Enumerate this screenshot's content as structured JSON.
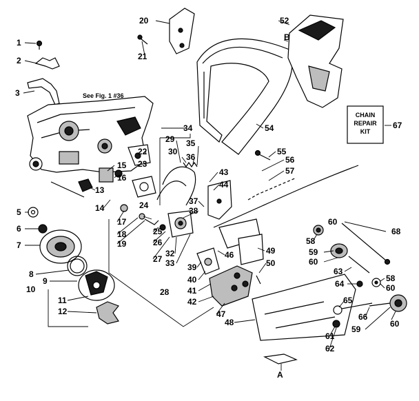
{
  "diagram": {
    "reference_note": "See Fig. 1 #36",
    "kit_box": {
      "lines": [
        "CHAIN",
        "REPAIR",
        "KIT"
      ],
      "number": "67"
    },
    "detail_letters": [
      "A",
      "B"
    ],
    "callouts": {
      "c1": "1",
      "c2": "2",
      "c3": "3",
      "c5": "5",
      "c6": "6",
      "c7": "7",
      "c8": "8",
      "c9": "9",
      "c10": "10",
      "c11": "11",
      "c12": "12",
      "c13": "13",
      "c14": "14",
      "c15": "15",
      "c16": "16",
      "c17": "17",
      "c18": "18",
      "c19": "19",
      "c20": "20",
      "c21": "21",
      "c22": "22",
      "c23": "23",
      "c24": "24",
      "c25": "25",
      "c26": "26",
      "c27": "27",
      "c28": "28",
      "c29": "29",
      "c30": "30",
      "c32": "32",
      "c33": "33",
      "c34": "34",
      "c35": "35",
      "c36": "36",
      "c37": "37",
      "c38": "38",
      "c39": "39",
      "c40": "40",
      "c41": "41",
      "c42": "42",
      "c43": "43",
      "c44": "44",
      "c46": "46",
      "c47": "47",
      "c48": "48",
      "c49": "49",
      "c50": "50",
      "c52": "52",
      "c54": "54",
      "c55": "55",
      "c56": "56",
      "c57": "57",
      "c58a": "58",
      "c58b": "58",
      "c59a": "59",
      "c59b": "59",
      "c60a": "60",
      "c60b": "60",
      "c60c": "60",
      "c60d": "60",
      "c61": "61",
      "c62": "62",
      "c63": "63",
      "c64": "64",
      "c65": "65",
      "c66": "66",
      "c68": "68"
    }
  }
}
